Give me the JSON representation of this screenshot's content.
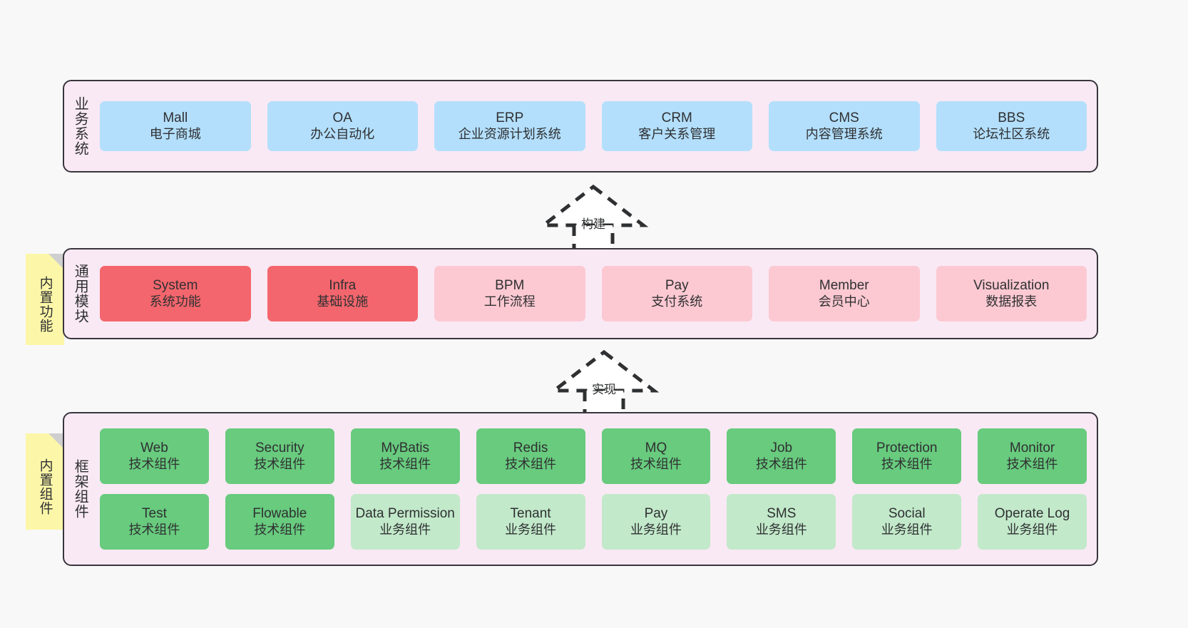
{
  "diagram": {
    "background_color": "#f8f8f8",
    "layer_fill": "#f9e9f4",
    "layer_border": "#39353d",
    "note_fill": "#fcf7a8"
  },
  "layers": [
    {
      "id": "business",
      "title": "业务系统",
      "note": null,
      "rows": [
        {
          "cards": [
            {
              "title": "Mall",
              "sub": "电子商城",
              "style": "c-blue",
              "color": "#b3dffc"
            },
            {
              "title": "OA",
              "sub": "办公自动化",
              "style": "c-blue",
              "color": "#b3dffc"
            },
            {
              "title": "ERP",
              "sub": "企业资源计划系统",
              "style": "c-blue",
              "color": "#b3dffc"
            },
            {
              "title": "CRM",
              "sub": "客户关系管理",
              "style": "c-blue",
              "color": "#b3dffc"
            },
            {
              "title": "CMS",
              "sub": "内容管理系统",
              "style": "c-blue",
              "color": "#b3dffc"
            },
            {
              "title": "BBS",
              "sub": "论坛社区系统",
              "style": "c-blue",
              "color": "#b3dffc"
            }
          ]
        }
      ]
    },
    {
      "id": "common",
      "title": "通用模块",
      "note": "内置功能",
      "rows": [
        {
          "cards": [
            {
              "title": "System",
              "sub": "系统功能",
              "style": "c-red",
              "color": "#f4666d"
            },
            {
              "title": "Infra",
              "sub": "基础设施",
              "style": "c-red",
              "color": "#f4666d"
            },
            {
              "title": "BPM",
              "sub": "工作流程",
              "style": "c-pink",
              "color": "#fcc9d2"
            },
            {
              "title": "Pay",
              "sub": "支付系统",
              "style": "c-pink",
              "color": "#fcc9d2"
            },
            {
              "title": "Member",
              "sub": "会员中心",
              "style": "c-pink",
              "color": "#fcc9d2"
            },
            {
              "title": "Visualization",
              "sub": "数据报表",
              "style": "c-pink",
              "color": "#fcc9d2"
            }
          ]
        }
      ]
    },
    {
      "id": "framework",
      "title": "框架组件",
      "note": "内置组件",
      "rows": [
        {
          "cards": [
            {
              "title": "Web",
              "sub": "技术组件",
              "style": "c-green",
              "color": "#68cb7e"
            },
            {
              "title": "Security",
              "sub": "技术组件",
              "style": "c-green",
              "color": "#68cb7e"
            },
            {
              "title": "MyBatis",
              "sub": "技术组件",
              "style": "c-green",
              "color": "#68cb7e"
            },
            {
              "title": "Redis",
              "sub": "技术组件",
              "style": "c-green",
              "color": "#68cb7e"
            },
            {
              "title": "MQ",
              "sub": "技术组件",
              "style": "c-green",
              "color": "#68cb7e"
            },
            {
              "title": "Job",
              "sub": "技术组件",
              "style": "c-green",
              "color": "#68cb7e"
            },
            {
              "title": "Protection",
              "sub": "技术组件",
              "style": "c-green",
              "color": "#68cb7e"
            },
            {
              "title": "Monitor",
              "sub": "技术组件",
              "style": "c-green",
              "color": "#68cb7e"
            }
          ]
        },
        {
          "cards": [
            {
              "title": "Test",
              "sub": "技术组件",
              "style": "c-green",
              "color": "#68cb7e"
            },
            {
              "title": "Flowable",
              "sub": "技术组件",
              "style": "c-green",
              "color": "#68cb7e"
            },
            {
              "title": "Data Permission",
              "sub": "业务组件",
              "style": "c-lightgreen",
              "color": "#c2e9ca"
            },
            {
              "title": "Tenant",
              "sub": "业务组件",
              "style": "c-lightgreen",
              "color": "#c2e9ca"
            },
            {
              "title": "Pay",
              "sub": "业务组件",
              "style": "c-lightgreen",
              "color": "#c2e9ca"
            },
            {
              "title": "SMS",
              "sub": "业务组件",
              "style": "c-lightgreen",
              "color": "#c2e9ca"
            },
            {
              "title": "Social",
              "sub": "业务组件",
              "style": "c-lightgreen",
              "color": "#c2e9ca"
            },
            {
              "title": "Operate Log",
              "sub": "业务组件",
              "style": "c-lightgreen",
              "color": "#c2e9ca"
            }
          ]
        }
      ]
    }
  ],
  "connectors": [
    {
      "id": "build",
      "label": "构建",
      "from": "common",
      "to": "business",
      "style": "dashed-generalization"
    },
    {
      "id": "realize",
      "label": "实现",
      "from": "framework",
      "to": "common",
      "style": "dashed-generalization"
    }
  ]
}
